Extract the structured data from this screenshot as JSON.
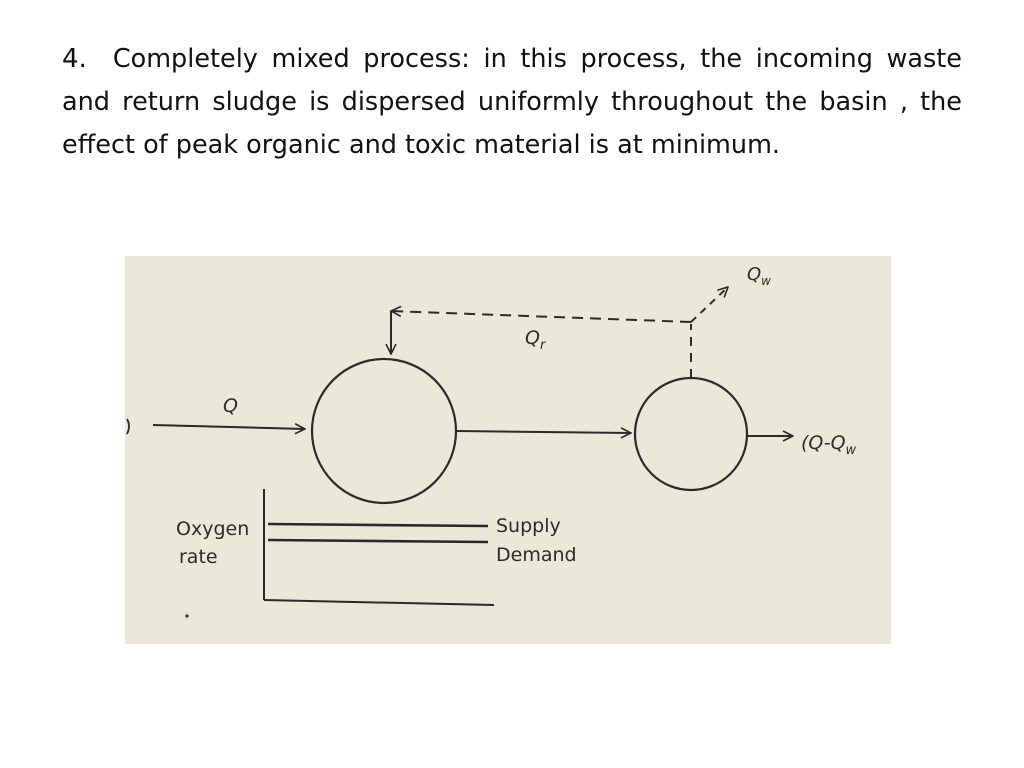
{
  "paragraph": {
    "number": "4.",
    "text": "Completely mixed process: in this process, the incoming waste and return sludge is dispersed uniformly throughout the basin , the effect of peak organic and toxic material is at minimum."
  },
  "diagram": {
    "background_color": "#ebe8da",
    "line_color": "#2a2a2a",
    "labels": {
      "influent": "Q",
      "recycle": "Qr",
      "recycle_main": "Q",
      "recycle_sub": "r",
      "waste_main": "Q",
      "waste_sub": "w",
      "effluent_main": "(Q-Q",
      "effluent_sub": "w",
      "y_axis_line1": "Oxygen",
      "y_axis_line2": "rate",
      "supply": "Supply",
      "demand": "Demand"
    }
  }
}
